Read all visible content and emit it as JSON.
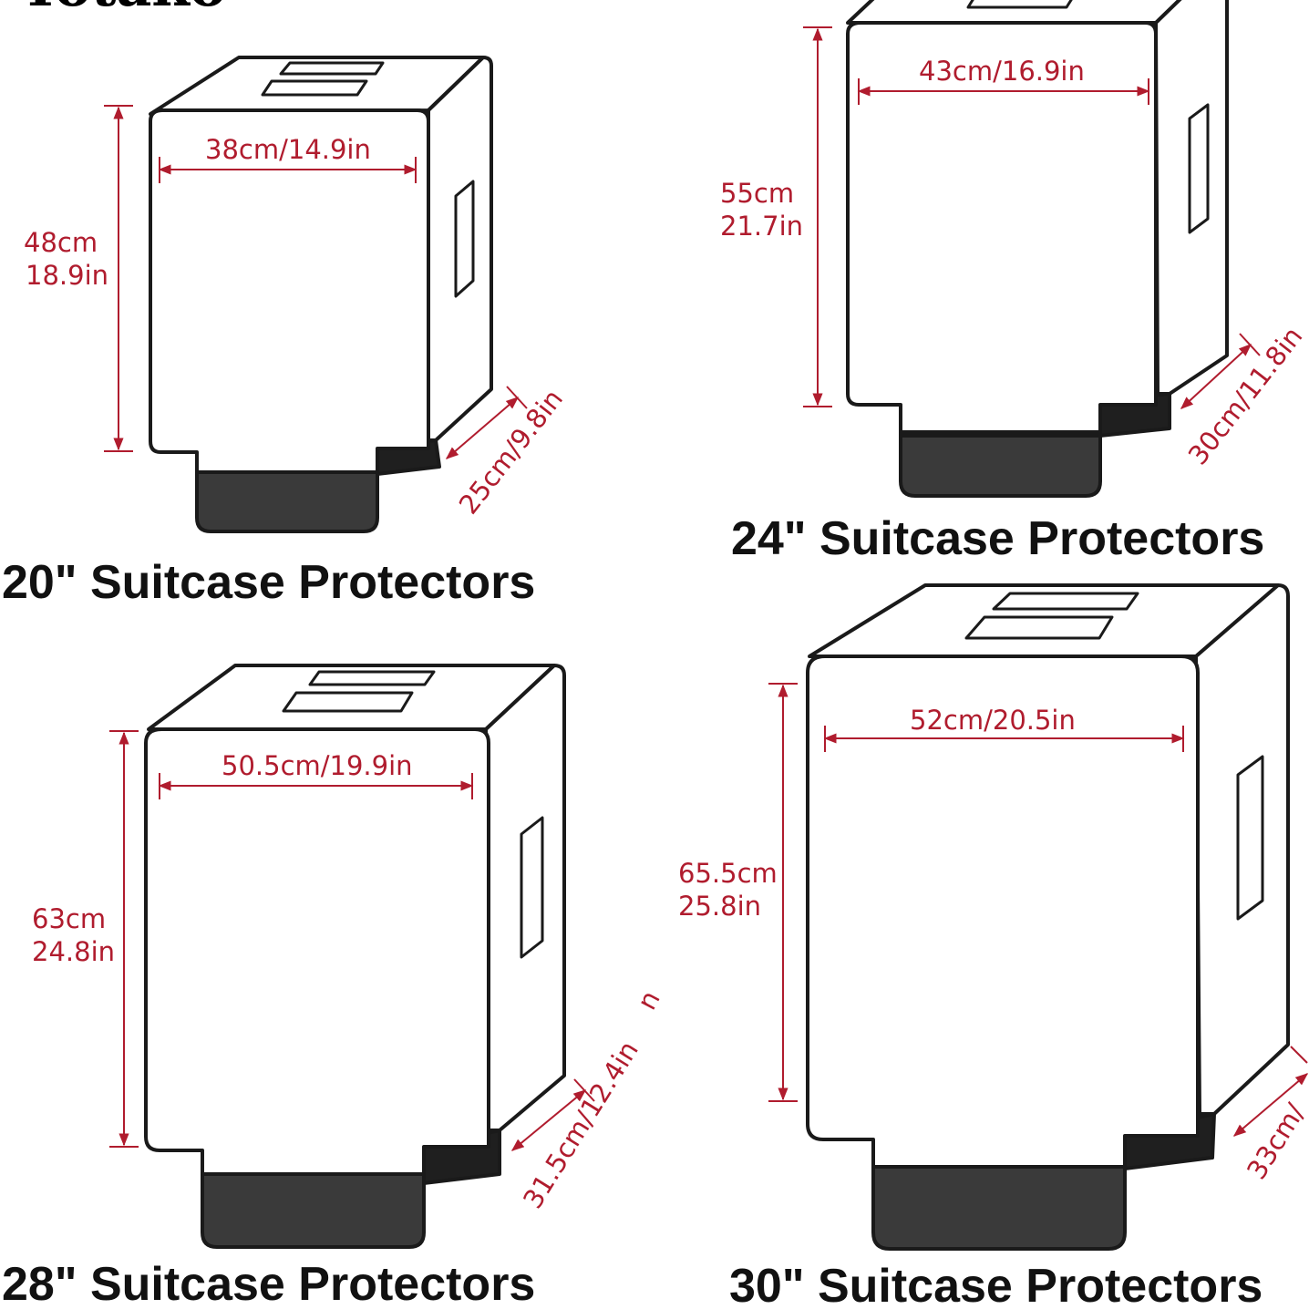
{
  "brand": "Totako",
  "colors": {
    "outline": "#1a1a1a",
    "dimension": "#b01c2e",
    "wheel_base": "#3a3a3a",
    "background": "#ffffff"
  },
  "protectors": [
    {
      "title": "20\" Suitcase Protectors",
      "width_label": "38cm/14.9in",
      "height_label_cm": "48cm",
      "height_label_in": "18.9in",
      "depth_label": "25cm/9.8in"
    },
    {
      "title": "24\" Suitcase Protectors",
      "width_label": "43cm/16.9in",
      "height_label_cm": "55cm",
      "height_label_in": "21.7in",
      "depth_label": "30cm/11.8in"
    },
    {
      "title": "28\" Suitcase Protectors",
      "width_label": "50.5cm/19.9in",
      "height_label_cm": "63cm",
      "height_label_in": "24.8in",
      "depth_label": "31.5cm/12.4in",
      "stray_label": "n"
    },
    {
      "title": "30\" Suitcase Protectors",
      "width_label": "52cm/20.5in",
      "height_label_cm": "65.5cm",
      "height_label_in": "25.8in",
      "depth_label": "33cm/"
    }
  ]
}
